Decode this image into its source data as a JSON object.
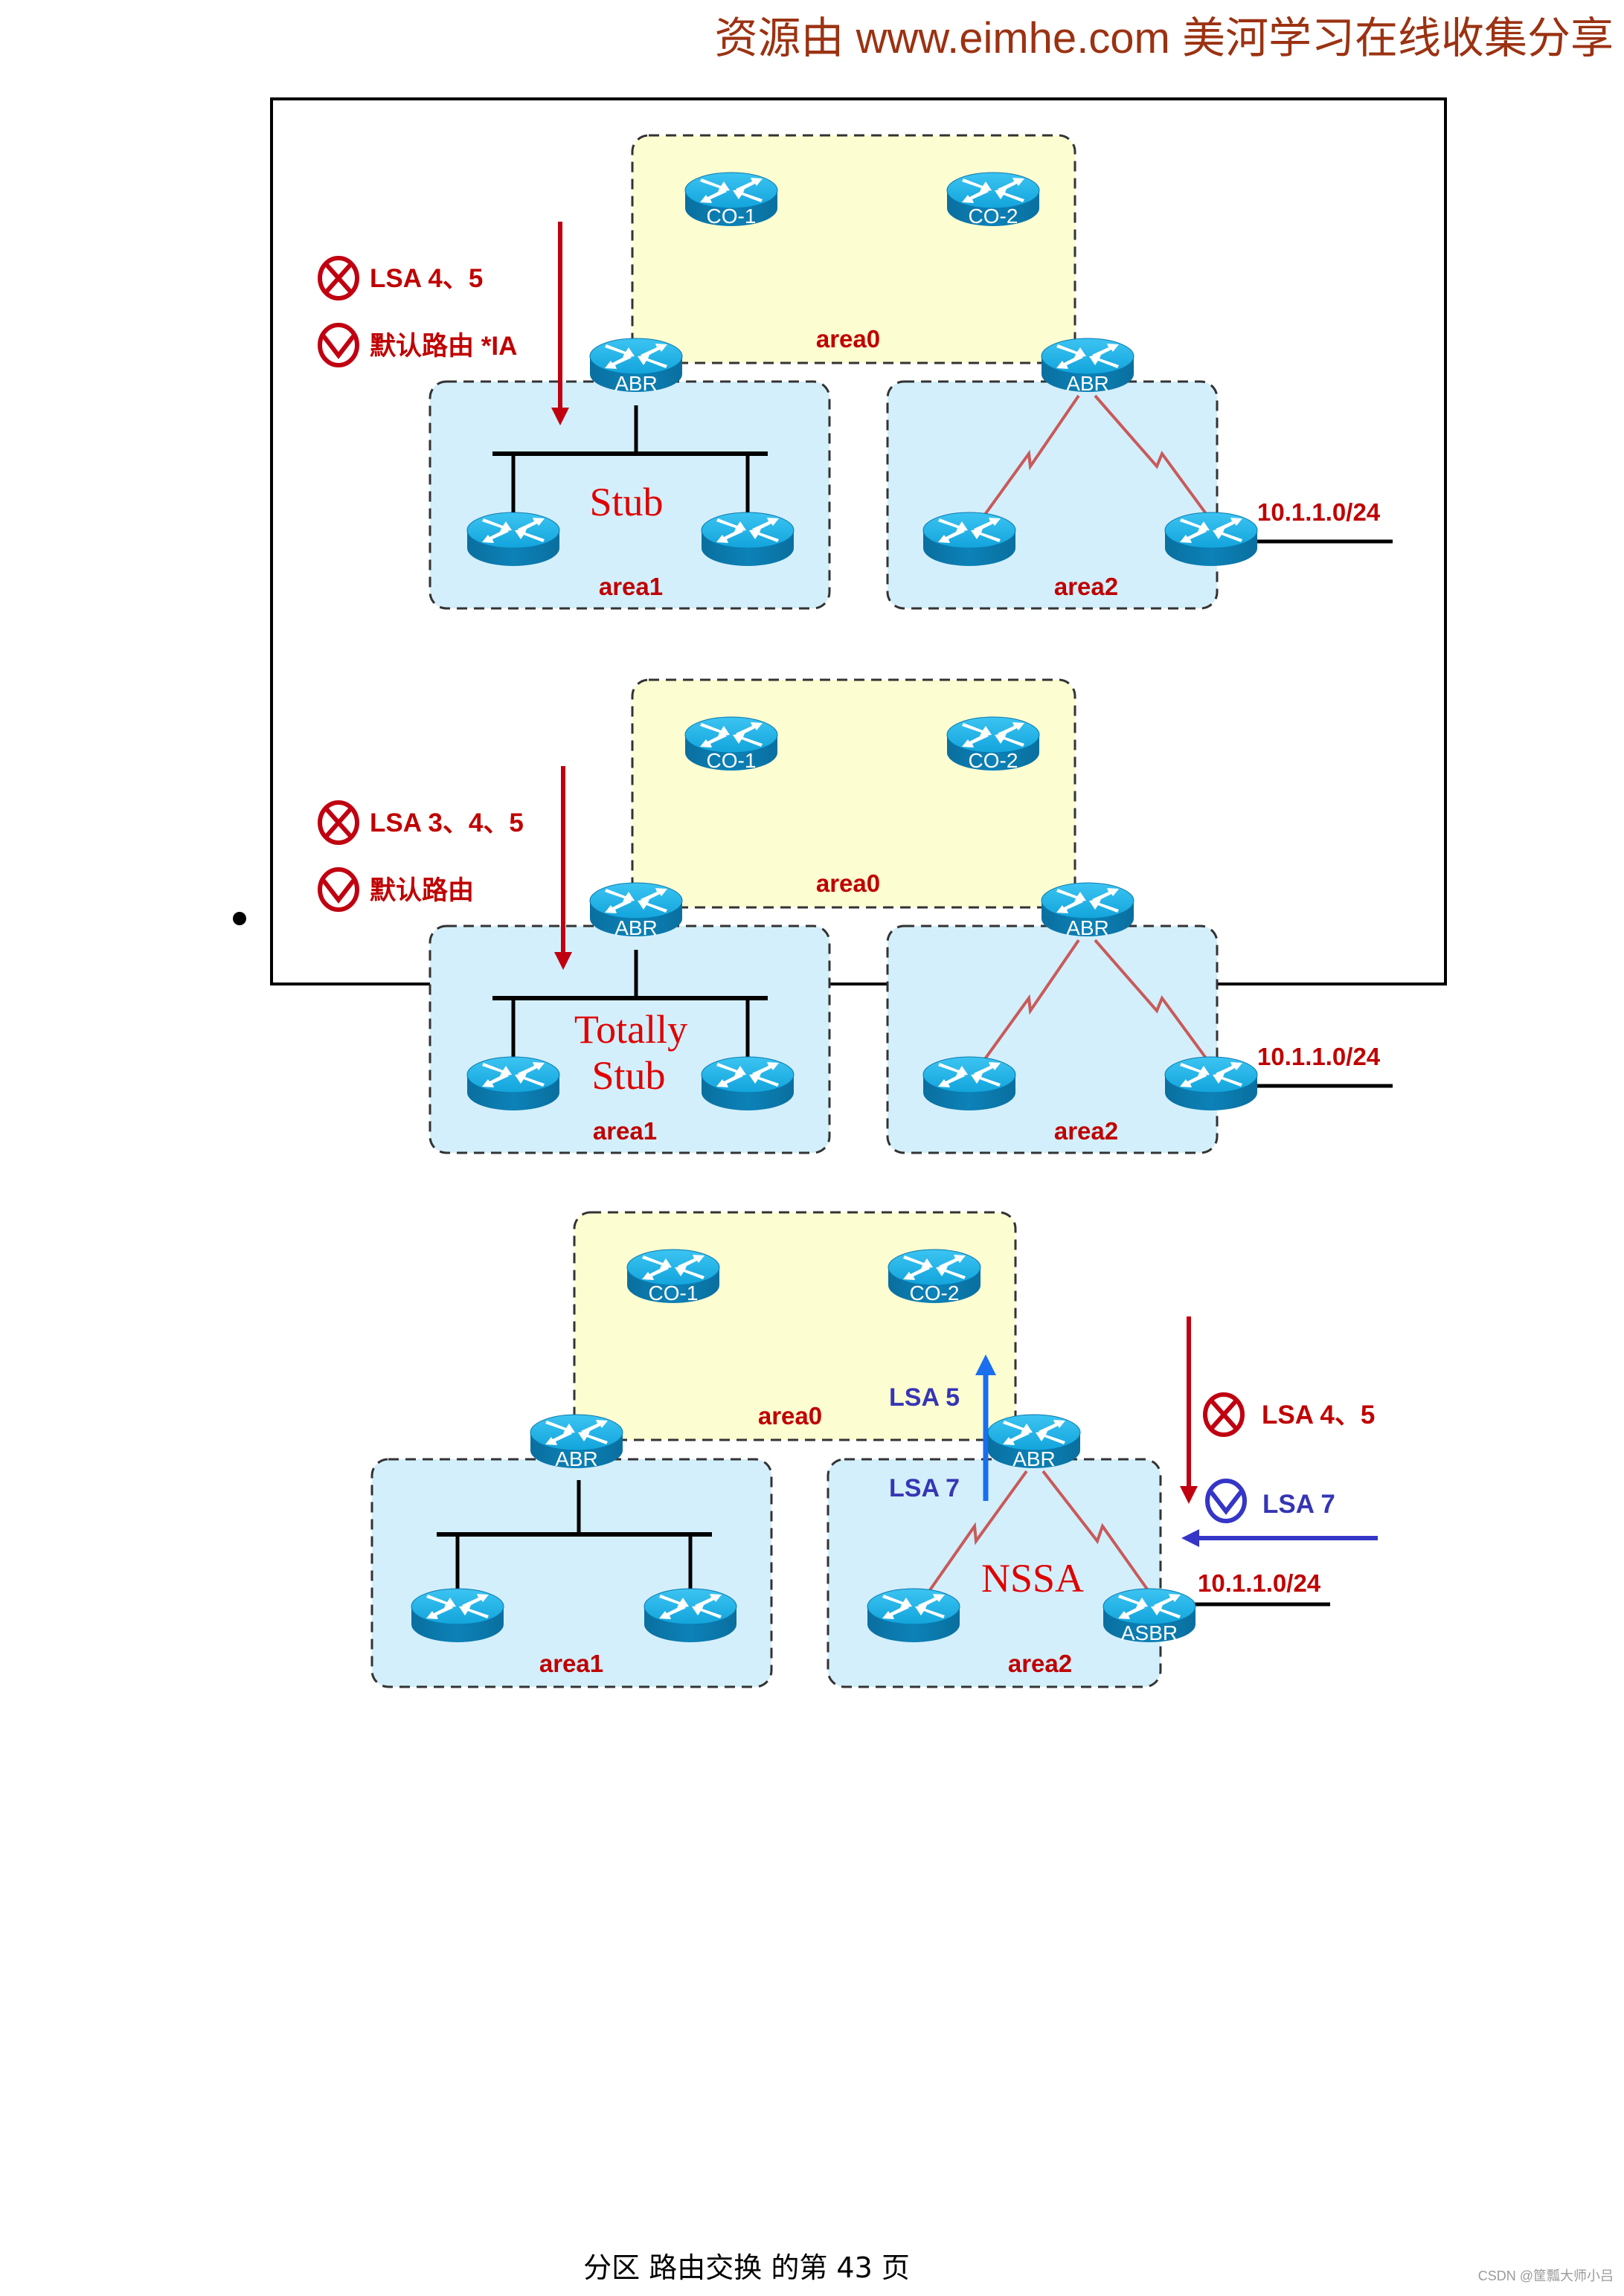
{
  "header": {
    "watermark": "资源由 www.eimhe.com 美河学习在线收集分享"
  },
  "colors": {
    "area0_fill": "#fdfdd2",
    "area_fill": "#d3effb",
    "router_top": "#1ab0e8",
    "router_side": "#0b79ad",
    "label_red": "#c00000",
    "area_type_red": "#e00000",
    "serial_link": "#c85a5a",
    "arrow_red": "#c00010",
    "arrow_blue": "#1a6ef0",
    "lsa_blue": "#3535b5"
  },
  "diagrams": [
    {
      "name": "stub",
      "area0_label": "area0",
      "area1_label": "area1",
      "area2_label": "area2",
      "area_type": [
        "Stub"
      ],
      "routers": {
        "co1": "CO-1",
        "co2": "CO-2",
        "abr1": "ABR",
        "abr2": "ABR"
      },
      "network_label": "10.1.1.0/24",
      "blocked": {
        "icon": "blocked-x-icon",
        "text": "LSA 4、5"
      },
      "allowed": {
        "icon": "allowed-check-icon",
        "text": "默认路由 *IA"
      }
    },
    {
      "name": "totally-stub",
      "area0_label": "area0",
      "area1_label": "area1",
      "area2_label": "area2",
      "area_type": [
        "Totally",
        "Stub"
      ],
      "routers": {
        "co1": "CO-1",
        "co2": "CO-2",
        "abr1": "ABR",
        "abr2": "ABR"
      },
      "network_label": "10.1.1.0/24",
      "blocked": {
        "icon": "blocked-x-icon",
        "text": "LSA 3、4、5"
      },
      "allowed": {
        "icon": "allowed-check-icon",
        "text": "默认路由"
      }
    },
    {
      "name": "nssa",
      "area0_label": "area0",
      "area1_label": "area1",
      "area2_label": "area2",
      "area_type": [
        "NSSA"
      ],
      "routers": {
        "co1": "CO-1",
        "co2": "CO-2",
        "abr1": "ABR",
        "abr2": "ABR",
        "asbr": "ASBR"
      },
      "network_label": "10.1.1.0/24",
      "up_arrow_top_label": "LSA 5",
      "up_arrow_bottom_label": "LSA 7",
      "blocked": {
        "icon": "blocked-x-icon",
        "text": "LSA 4、5"
      },
      "allowed": {
        "icon": "allowed-check-icon",
        "text": "LSA 7"
      }
    }
  ],
  "footer": {
    "page_text": "分区 路由交换 的第 43 页",
    "credit": "CSDN @筐瓢大师小吕"
  }
}
